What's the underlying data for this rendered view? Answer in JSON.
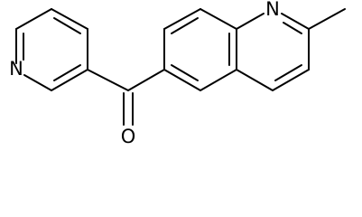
{
  "atoms": {
    "pyridine_n": "N",
    "carbonyl_o": "O",
    "quinoline_n": "N"
  }
}
